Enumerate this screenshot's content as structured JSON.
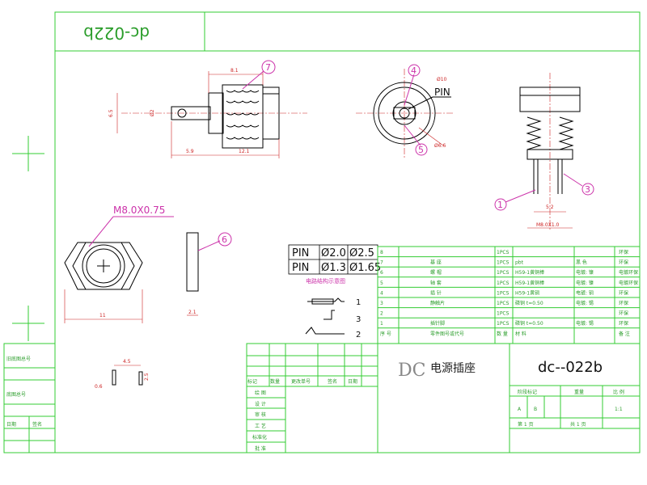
{
  "title_box": {
    "part_mirror": "dc-022b"
  },
  "callouts": {
    "c1": "1",
    "c3": "3",
    "c4": "4",
    "c5": "5",
    "c6": "6",
    "c7": "7"
  },
  "labels": {
    "pin": "PIN",
    "thread": "M8.0X0.75",
    "d10": "Ø10",
    "d66": "Ø6.6",
    "bottom_dim": "M8.0X1.0"
  },
  "dims": {
    "d81": "8.1",
    "d65": "6.5",
    "d59": "5.9",
    "d121": "12.1",
    "d2": "Ø2",
    "d52": "5.2",
    "d11": "11",
    "d21": "2.1",
    "d45": "4.5",
    "d25": "2.5",
    "d06": "0.6"
  },
  "pin_table": {
    "rows": [
      [
        "PIN",
        "Ø2.0",
        "Ø2.5"
      ],
      [
        "PIN",
        "Ø1.3",
        "Ø1.65"
      ]
    ],
    "caption": "电路结构示意图"
  },
  "schematic": {
    "p1": "1",
    "p3": "3",
    "p2": "2"
  },
  "bom": {
    "rows": [
      {
        "no": "8",
        "name": "",
        "qty": "1PCS",
        "mat": "",
        "finish": "",
        "note": "环保"
      },
      {
        "no": "7",
        "name": "基 座",
        "qty": "1PCS",
        "mat": "pbt",
        "finish": "黑 色",
        "note": "环保"
      },
      {
        "no": "6",
        "name": "螺 帽",
        "qty": "1PCS",
        "mat": "H59-1黄铜棒",
        "finish": "电镀: 镍",
        "note": "电镀环保"
      },
      {
        "no": "5",
        "name": "轴 套",
        "qty": "1PCS",
        "mat": "H59-1黄铜棒",
        "finish": "电镀: 镍",
        "note": "电镀环保"
      },
      {
        "no": "4",
        "name": "插 针",
        "qty": "1PCS",
        "mat": "H59-1黄铜",
        "finish": "电镀: 铜",
        "note": "环保"
      },
      {
        "no": "3",
        "name": "静触片",
        "qty": "1PCS",
        "mat": "磷铜 t=0.50",
        "finish": "电镀: 锡",
        "note": "环保"
      },
      {
        "no": "2",
        "name": "",
        "qty": "1PCS",
        "mat": "",
        "finish": "",
        "note": "环保"
      },
      {
        "no": "1",
        "name": "插针脚",
        "qty": "1PCS",
        "mat": "磷铜 t=0.50",
        "finish": "电镀: 锡",
        "note": "环保"
      }
    ],
    "header": {
      "no": "序 号",
      "name": "零件图号或代号",
      "qty": "数 量",
      "mat": "材 料",
      "finish": "",
      "note": "备 注"
    }
  },
  "title_block": {
    "product_dc": "DC",
    "product_name": "电源插座",
    "model": "dc--022b",
    "stage_mark": "阶段标记",
    "weight": "重量",
    "scale_label": "比 例",
    "stage_a": "A",
    "stage_b": "B",
    "scale": "1:1",
    "sheet_of": "第 1 页",
    "sheet_total": "共 1 页",
    "rev_marks": [
      "标记",
      "数量",
      "更改单号",
      "签名",
      "日期"
    ],
    "roles": [
      "绘 图",
      "设 计",
      "审 核",
      "工 艺",
      "标准化",
      "批 准"
    ]
  },
  "left_block": {
    "items": [
      "旧底图总号",
      "底图总号",
      "日期",
      "签名"
    ]
  }
}
